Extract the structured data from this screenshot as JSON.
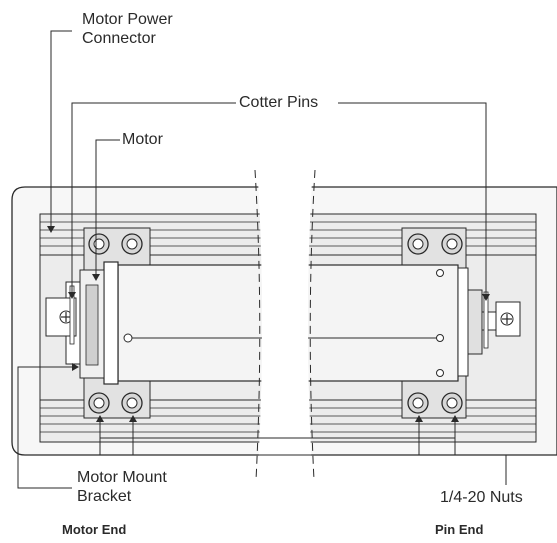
{
  "labels": {
    "motor_power_connector": [
      "Motor Power",
      "Connector"
    ],
    "cotter_pins": "Cotter Pins",
    "motor": "Motor",
    "motor_mount_bracket": [
      "Motor Mount",
      "Bracket"
    ],
    "nuts": "1/4-20 Nuts"
  },
  "captions": {
    "motor_end": "Motor End",
    "pin_end": "Pin End"
  },
  "colors": {
    "line": "#2a2a2a",
    "fill_light": "#ececec",
    "fill_mid": "#d6d6d6",
    "fill_dark": "#9a9a9a"
  }
}
